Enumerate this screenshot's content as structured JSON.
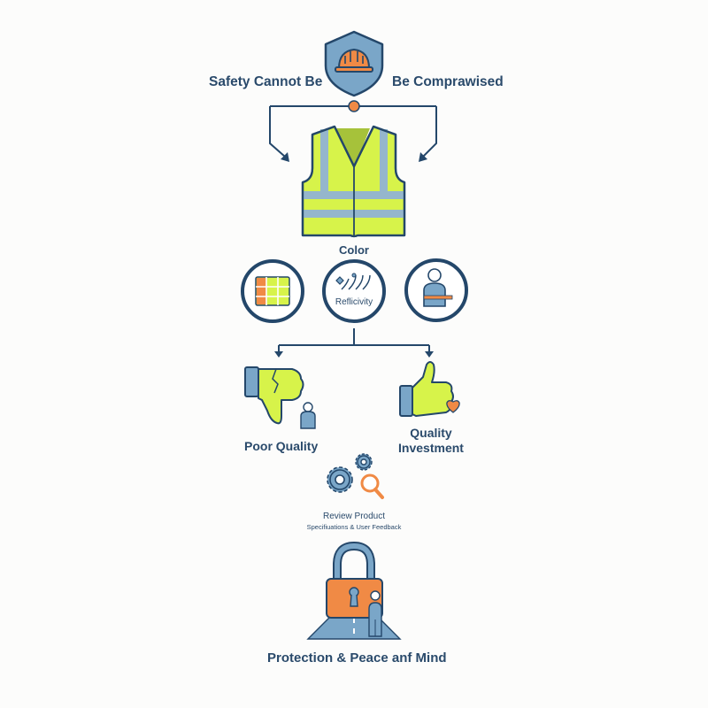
{
  "colors": {
    "navy": "#24476a",
    "steel_blue": "#7fa8c9",
    "orange": "#f08a45",
    "hi_vis_yellow": "#d7f34a",
    "background": "#fcfcfb"
  },
  "header": {
    "left_text": "Safety Cannot Be",
    "right_text": "Be Comprawised",
    "icon": "shield-hardhat-icon"
  },
  "vest": {
    "icon": "safety-vest-icon",
    "label": "Color"
  },
  "attributes": [
    {
      "name": "color-swatch",
      "icon": "color-grid-icon"
    },
    {
      "name": "reflectivity",
      "icon": "reflective-sparkle-icon",
      "label": "Reflicivity"
    },
    {
      "name": "fit-measurement",
      "icon": "person-measure-icon"
    }
  ],
  "outcomes": {
    "negative": {
      "icon": "thumbs-down-icon",
      "label": "Poor Quality"
    },
    "positive": {
      "icon": "thumbs-up-heart-icon",
      "label_line1": "Quality",
      "label_line2": "Investment"
    }
  },
  "review": {
    "icon": "gears-magnifier-icon",
    "title": "Review Product",
    "subtitle": "Specifiuations & User Feedback"
  },
  "footer": {
    "icon": "padlock-person-road-icon",
    "label": "Protection & Peace anf Mind"
  }
}
